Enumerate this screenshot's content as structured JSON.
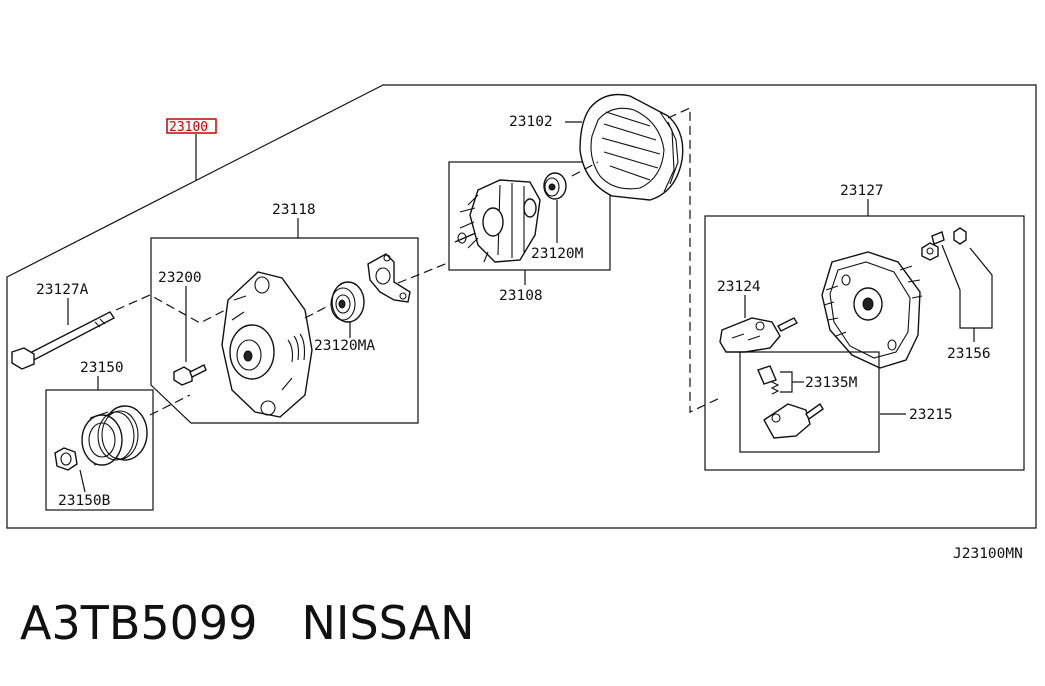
{
  "diagram": {
    "assembly_label": "23100",
    "labels": {
      "p23127A": "23127A",
      "p23150": "23150",
      "p23150B": "23150B",
      "p23200": "23200",
      "p23118": "23118",
      "p23120MA": "23120MA",
      "p23102": "23102",
      "p23120M": "23120M",
      "p23108": "23108",
      "p23127": "23127",
      "p23124": "23124",
      "p23156": "23156",
      "p23135M": "23135M",
      "p23215": "23215"
    },
    "figure_code": "J23100MN",
    "highlight_color": "#cc0000"
  },
  "caption": {
    "part_number": "A3TB5099",
    "brand": "NISSAN"
  }
}
